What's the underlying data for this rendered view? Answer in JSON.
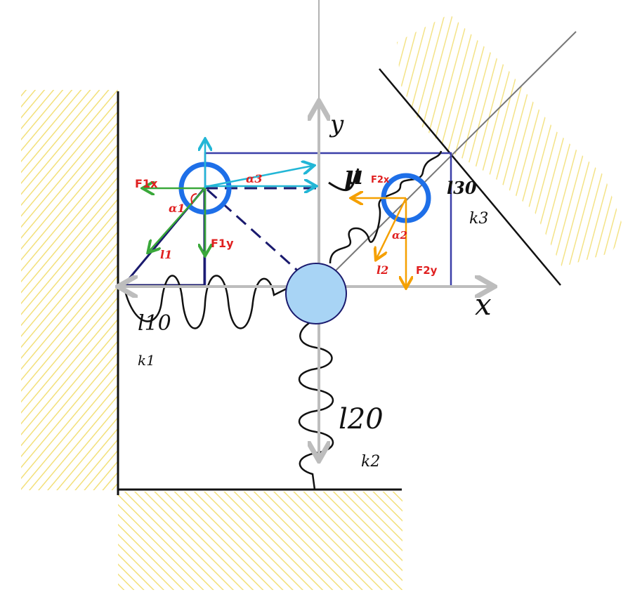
{
  "colors": {
    "hatch": "#f3e07a",
    "blue_frame": "#3b3fa8",
    "navy": "#1a1a6e",
    "ring": "#1e6fe8",
    "ball": "#a8d4f5",
    "axis": "#bdbdbd",
    "red": "#e02020",
    "green": "#3aa83a",
    "cyan": "#22b6d6",
    "orange": "#f5a000",
    "wall": "#111111"
  },
  "labels": {
    "axis_x": "x",
    "axis_y": "y",
    "mu": "μ",
    "l10": "l10",
    "k1": "k1",
    "l20": "l20",
    "k2": "k2",
    "l30": "l30",
    "k3": "k3",
    "f1x": "F1x",
    "f1y": "F1y",
    "alpha1": "α1",
    "alpha3": "α3",
    "l1": "l1",
    "f2x": "F2x",
    "f2y": "F2y",
    "alpha2": "α2",
    "l2": "l2"
  },
  "icons": {
    "wall_left": "hatched-wall",
    "floor": "hatched-floor",
    "incline": "hatched-incline"
  }
}
